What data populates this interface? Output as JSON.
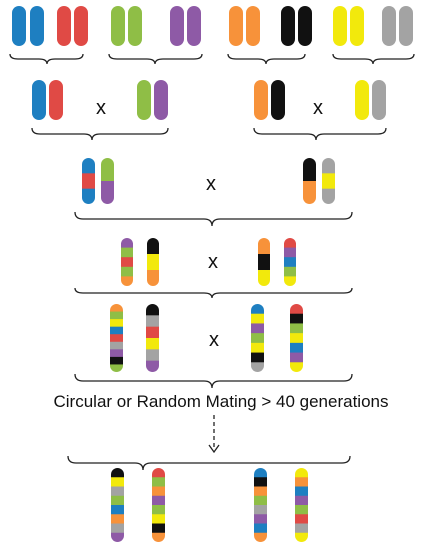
{
  "labels": {
    "cross": "x",
    "caption": "Circular or Random Mating > 40 generations"
  },
  "colors": {
    "blue": "#1e7fc1",
    "red": "#e04a45",
    "green": "#8fbe46",
    "purple": "#8e5aa6",
    "orange": "#f7923a",
    "black": "#111111",
    "yellow": "#f2e90c",
    "gray": "#a3a3a3"
  },
  "founders": [
    "blue",
    "red",
    "green",
    "purple",
    "orange",
    "black",
    "yellow",
    "gray"
  ],
  "f1_pairs": [
    [
      "blue",
      "red"
    ],
    [
      "green",
      "purple"
    ],
    [
      "orange",
      "black"
    ],
    [
      "yellow",
      "gray"
    ]
  ],
  "g2_haplotypes": [
    [
      "blue",
      "red",
      "blue"
    ],
    [
      "green",
      "purple"
    ],
    [
      "black",
      "orange"
    ],
    [
      "gray",
      "yellow",
      "gray"
    ]
  ],
  "g3_haplotypes": [
    [
      "purple",
      "green",
      "red",
      "green",
      "orange"
    ],
    [
      "black",
      "yellow",
      "orange"
    ],
    [
      "orange",
      "black",
      "yellow"
    ],
    [
      "red",
      "purple",
      "blue",
      "green",
      "yellow"
    ]
  ],
  "g4_haplotypes": [
    [
      "orange",
      "green",
      "yellow",
      "blue",
      "red",
      "gray",
      "purple",
      "black",
      "green"
    ],
    [
      "black",
      "gray",
      "red",
      "yellow",
      "gray",
      "purple"
    ],
    [
      "blue",
      "yellow",
      "purple",
      "green",
      "yellow",
      "black",
      "gray"
    ],
    [
      "red",
      "black",
      "green",
      "yellow",
      "blue",
      "purple",
      "yellow"
    ]
  ],
  "final_haplotypes": [
    [
      "black",
      "yellow",
      "gray",
      "green",
      "blue",
      "orange",
      "gray",
      "purple"
    ],
    [
      "red",
      "green",
      "orange",
      "purple",
      "green",
      "yellow",
      "black",
      "orange"
    ],
    [
      "blue",
      "black",
      "orange",
      "green",
      "gray",
      "purple",
      "blue",
      "orange"
    ],
    [
      "yellow",
      "orange",
      "blue",
      "purple",
      "green",
      "red",
      "gray",
      "yellow"
    ]
  ]
}
